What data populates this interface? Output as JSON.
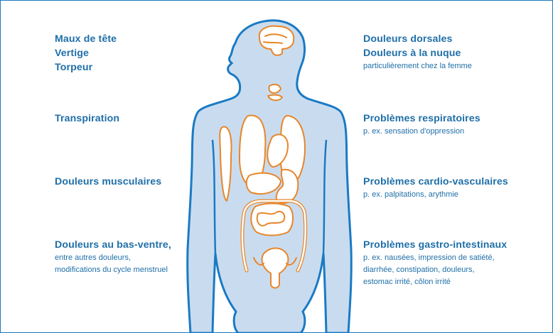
{
  "left_groups": [
    {
      "id": "head",
      "headings": [
        "Maux de tête",
        "Vertige",
        "Torpeur"
      ],
      "sub": []
    },
    {
      "id": "sweat",
      "headings": [
        "Transpiration"
      ],
      "sub": []
    },
    {
      "id": "muscle",
      "headings": [
        "Douleurs musculaires"
      ],
      "sub": []
    },
    {
      "id": "abdomen",
      "headings": [
        "Douleurs au bas-ventre,"
      ],
      "sub": [
        "entre autres douleurs,",
        "modifications du cycle menstruel"
      ]
    }
  ],
  "right_groups": [
    {
      "id": "back",
      "headings": [
        "Douleurs dorsales",
        "Douleurs à la nuque"
      ],
      "sub": [
        "particulièrement chez la femme"
      ]
    },
    {
      "id": "resp",
      "headings": [
        "Problèmes respiratoires"
      ],
      "sub": [
        "p. ex. sensation d'oppression"
      ]
    },
    {
      "id": "cardio",
      "headings": [
        "Problèmes cardio-vasculaires"
      ],
      "sub": [
        "p. ex. palpitations, arythmie"
      ]
    },
    {
      "id": "gastro",
      "headings": [
        "Problèmes gastro-intestinaux"
      ],
      "sub": [
        "p. ex. nausées, impression de satiété,",
        "diarrhée, constipation, douleurs,",
        "estomac irrité, côlon irrité"
      ]
    }
  ],
  "colors": {
    "text": "#1f6fa8",
    "frame": "#1a7ac4",
    "body_fill": "#c9dcef",
    "body_outline": "#1a7ac4",
    "organ_fill": "#ffffff",
    "organ_outline": "#e8862a"
  }
}
